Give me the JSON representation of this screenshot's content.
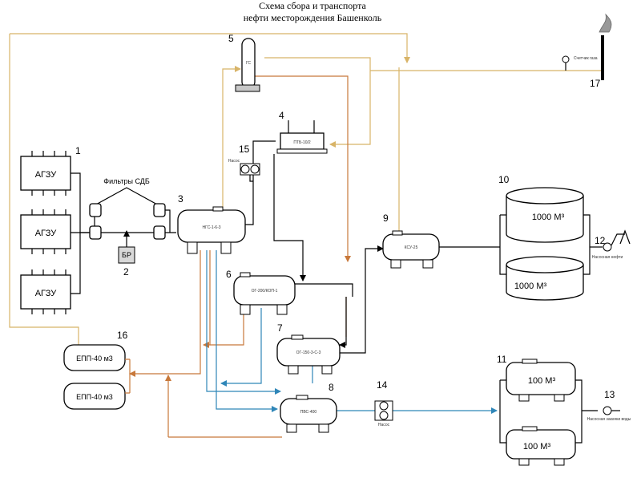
{
  "title_line1": "Схема  сбора и транспорта",
  "title_line2": "нефти месторождения Башенколь",
  "agzu_label": "АГЗУ",
  "filters_label": "Фильтры СДБ",
  "br_label": "БР",
  "numbers": {
    "n1": "1",
    "n2": "2",
    "n3": "3",
    "n4": "4",
    "n5": "5",
    "n6": "6",
    "n7": "7",
    "n8": "8",
    "n9": "9",
    "n10": "10",
    "n11": "11",
    "n12": "12",
    "n13": "13",
    "n14": "14",
    "n15": "15",
    "n16": "16",
    "n17": "17"
  },
  "vessels": {
    "v3": "НГС-1-6-3",
    "v4": "ПТБ-10/2",
    "v5": "ГС",
    "v6": "ОГ-200/КОП-1",
    "v7": "ОГ-150-3-С-3",
    "v8": "ПВС-400",
    "v9": "КСУ-25"
  },
  "tanks": {
    "t10a": "1000 М³",
    "t10b": "1000 М³",
    "t11a": "100 М³",
    "t11b": "100 М³"
  },
  "epp": {
    "e1": "ЕПП-40 м3",
    "e2": "ЕПП-40 м3"
  },
  "small": {
    "pump15": "Насос",
    "pump14": "Насос",
    "pump12": "Насосная нефти",
    "pump13": "Насосная закачки воды",
    "flare_meter": "Счетчик газа"
  },
  "colors": {
    "gas": "#d8b468",
    "drain": "#c8783a",
    "water": "#2f86b8",
    "oil": "#000000"
  }
}
